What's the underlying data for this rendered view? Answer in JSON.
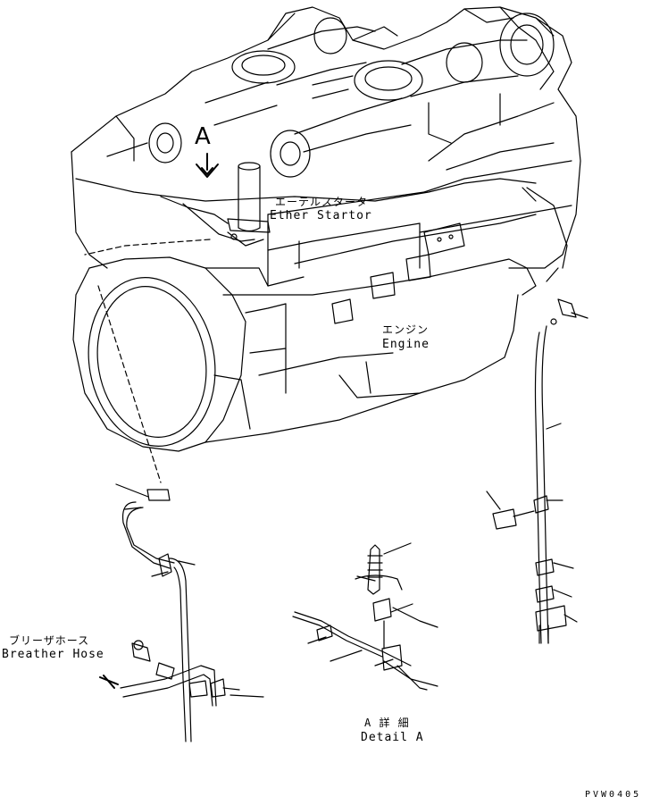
{
  "labels": {
    "view_letter": "A",
    "ether_starter_jp": "エーテルスタータ",
    "ether_starter_en": "Ether Startor",
    "engine_jp": "エンジン",
    "engine_en": "Engine",
    "breather_hose_jp": "ブリーザホース",
    "breather_hose_en": "Breather Hose",
    "detail_jp": "A 詳 細",
    "detail_en": "Detail A",
    "drawing_code": "PVW0405"
  }
}
